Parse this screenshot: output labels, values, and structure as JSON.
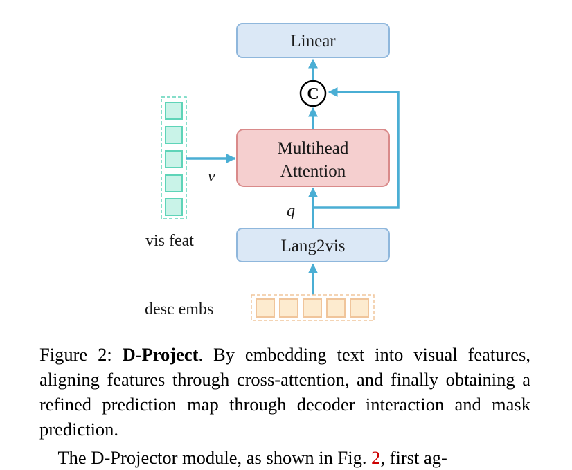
{
  "diagram": {
    "nodes": {
      "linear": "Linear",
      "concat": "C",
      "attention_line1": "Multihead",
      "attention_line2": "Attention",
      "lang2vis": "Lang2vis"
    },
    "labels": {
      "vis_feat": "vis feat",
      "desc_embs": "desc embs",
      "v": "v",
      "q": "q"
    },
    "colors": {
      "arrow": "#4aaed4",
      "box_blue_fill": "#dbe8f6",
      "box_blue_stroke": "#8fb7dc",
      "attention_fill": "#f5cfcf",
      "attention_stroke": "#d98a8a",
      "vis_token_fill": "#c9f3e8",
      "vis_token_stroke": "#5ed4b8",
      "desc_token_fill": "#fdebcf",
      "desc_token_stroke": "#f0c59b"
    },
    "vis_token_count": 5,
    "desc_token_count": 5
  },
  "caption": {
    "prefix": "Figure 2: ",
    "title": "D-Project",
    "text": ". By embedding text into visual features, aligning features through cross-attention, and finally obtaining a refined prediction map through decoder interaction and mask prediction."
  },
  "body": {
    "before_ref": "The D-Projector module, as shown in Fig. ",
    "ref": "2",
    "after_ref": ", first ag-"
  }
}
